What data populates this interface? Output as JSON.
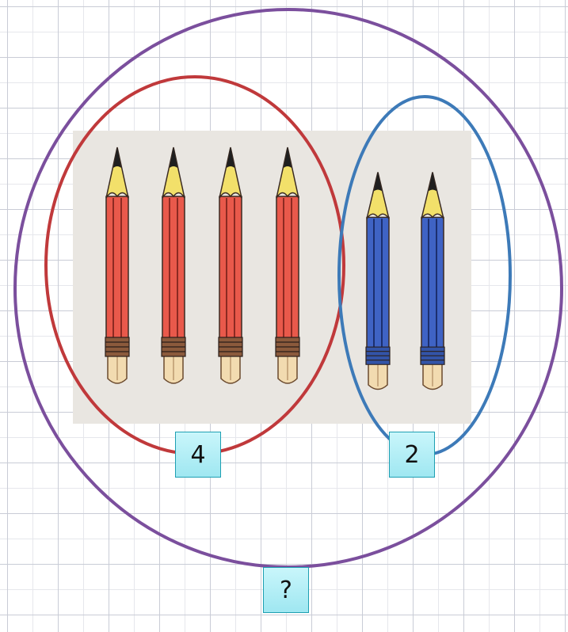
{
  "labels": {
    "left_group": "4",
    "right_group": "2",
    "total": "?"
  },
  "groups": {
    "left": {
      "count": 4,
      "pencil_color": "red",
      "circle_color": "#c0393b"
    },
    "right": {
      "count": 2,
      "pencil_color": "blue",
      "circle_color": "#3d7ab8"
    },
    "total": {
      "circle_color": "#7b4f9d"
    }
  },
  "icons": [
    "red-pencil-icon",
    "blue-pencil-icon"
  ]
}
